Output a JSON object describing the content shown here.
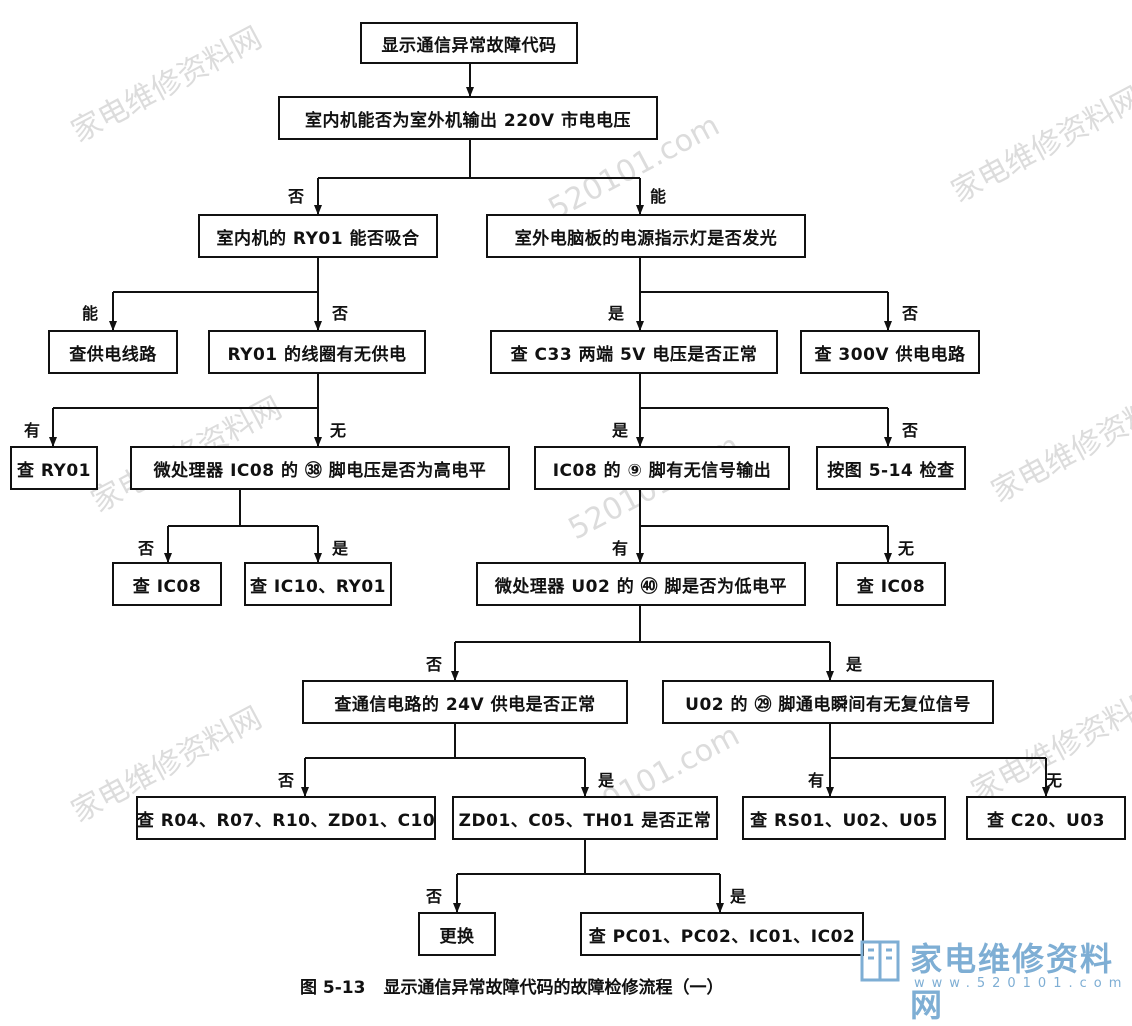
{
  "nodes": [
    {
      "id": "n1",
      "text": "显示通信异常故障代码"
    },
    {
      "id": "n2",
      "text": "室内机能否为室外机输出 220V 市电电压"
    },
    {
      "id": "n3",
      "text": "室内机的 RY01 能否吸合"
    },
    {
      "id": "n4",
      "text": "室外电脑板的电源指示灯是否发光"
    },
    {
      "id": "n5",
      "text": "查供电线路"
    },
    {
      "id": "n6",
      "text": "RY01 的线圈有无供电"
    },
    {
      "id": "n7",
      "text": "查 C33 两端 5V 电压是否正常"
    },
    {
      "id": "n8",
      "text": "查 300V 供电电路"
    },
    {
      "id": "n9",
      "text": "查 RY01"
    },
    {
      "id": "n10",
      "text": "微处理器 IC08 的 ㊳ 脚电压是否为高电平"
    },
    {
      "id": "n11",
      "text": "IC08 的 ⑨ 脚有无信号输出"
    },
    {
      "id": "n12",
      "text": "按图 5-14 检查"
    },
    {
      "id": "n13",
      "text": "查 IC08"
    },
    {
      "id": "n14",
      "text": "查 IC10、RY01"
    },
    {
      "id": "n15",
      "text": "微处理器 U02 的 ㊵ 脚是否为低电平"
    },
    {
      "id": "n16",
      "text": "查 IC08"
    },
    {
      "id": "n17",
      "text": "查通信电路的 24V 供电是否正常"
    },
    {
      "id": "n18",
      "text": "U02 的 ㉙ 脚通电瞬间有无复位信号"
    },
    {
      "id": "n19",
      "text": "查 R04、R07、R10、ZD01、C10"
    },
    {
      "id": "n20",
      "text": "ZD01、C05、TH01 是否正常"
    },
    {
      "id": "n21",
      "text": "查 RS01、U02、U05"
    },
    {
      "id": "n22",
      "text": "查 C20、U03"
    },
    {
      "id": "n23",
      "text": "更换"
    },
    {
      "id": "n24",
      "text": "查 PC01、PC02、IC01、IC02"
    }
  ],
  "labels": [
    {
      "id": "l1",
      "text": "否"
    },
    {
      "id": "l2",
      "text": "能"
    },
    {
      "id": "l3",
      "text": "能"
    },
    {
      "id": "l4",
      "text": "否"
    },
    {
      "id": "l5",
      "text": "是"
    },
    {
      "id": "l6",
      "text": "否"
    },
    {
      "id": "l7",
      "text": "有"
    },
    {
      "id": "l8",
      "text": "无"
    },
    {
      "id": "l9",
      "text": "是"
    },
    {
      "id": "l10",
      "text": "否"
    },
    {
      "id": "l11",
      "text": "否"
    },
    {
      "id": "l12",
      "text": "是"
    },
    {
      "id": "l13",
      "text": "有"
    },
    {
      "id": "l14",
      "text": "无"
    },
    {
      "id": "l15",
      "text": "否"
    },
    {
      "id": "l16",
      "text": "是"
    },
    {
      "id": "l17",
      "text": "否"
    },
    {
      "id": "l18",
      "text": "是"
    },
    {
      "id": "l19",
      "text": "有"
    },
    {
      "id": "l20",
      "text": "无"
    },
    {
      "id": "l21",
      "text": "否"
    },
    {
      "id": "l22",
      "text": "是"
    }
  ],
  "caption": {
    "number": "图 5-13",
    "text": "显示通信异常故障代码的故障检修流程（一）"
  },
  "watermark": {
    "text_cn": "家电维修资料网",
    "text_url": "520101.com",
    "logo_cn": "家电维修资料网",
    "logo_url": "www.520101.com",
    "color": "#7eaed4"
  }
}
